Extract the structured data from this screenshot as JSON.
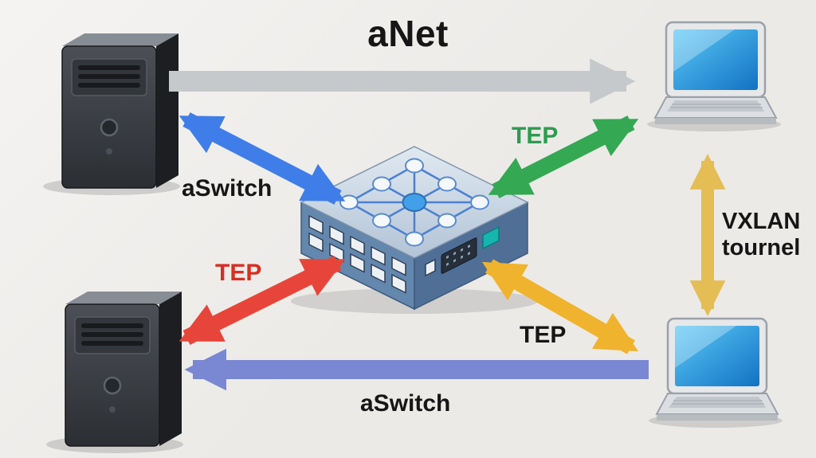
{
  "title": "aNet",
  "labels": {
    "aswitch_top": "aSwitch",
    "tep_top_right": "TEP",
    "tep_left": "TEP",
    "tep_bottom": "TEP",
    "vxlan_line1": "VXLAN",
    "vxlan_line2": "tournel",
    "aswitch_bottom": "aSwitch"
  },
  "icons": {
    "server_top_left": "server-tower-icon",
    "server_bottom_left": "server-tower-icon",
    "laptop_top_right": "laptop-icon",
    "laptop_bottom_right": "laptop-icon",
    "switch_center": "network-switch-icon"
  },
  "colors": {
    "background": "#eceae7",
    "arrow_gray": "#c6c9cc",
    "arrow_blue": "#3f7ee8",
    "arrow_green": "#34a853",
    "arrow_red": "#e8453a",
    "arrow_yellow": "#f0b32e",
    "arrow_gold": "#e4bd55",
    "arrow_purple": "#7a87d2",
    "text_dark": "#161616",
    "text_green": "#2d9b4f",
    "text_red": "#d62f22"
  }
}
